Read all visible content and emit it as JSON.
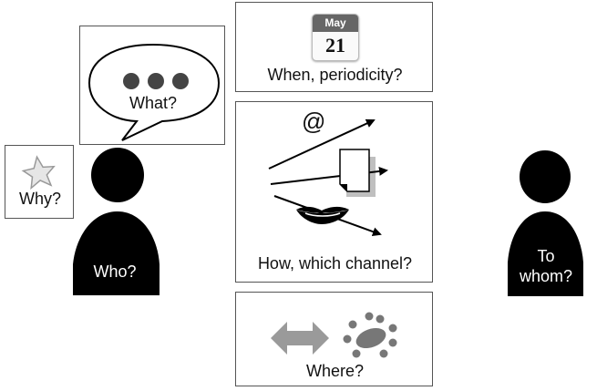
{
  "boxes": {
    "what": {
      "label": "What?"
    },
    "why": {
      "label": "Why?"
    },
    "when": {
      "label": "When, periodicity?",
      "calendar": {
        "month": "May",
        "day": "21"
      }
    },
    "how": {
      "label": "How, which channel?",
      "at_symbol": "@"
    },
    "where": {
      "label": "Where?"
    }
  },
  "people": {
    "sender": {
      "label": "Who?"
    },
    "receiver": {
      "label_line1": "To",
      "label_line2": "whom?"
    }
  },
  "icons": {
    "what": "speech-bubble-icon",
    "why": "star-icon",
    "when": "calendar-icon",
    "how": [
      "email-at-icon",
      "document-icon",
      "lips-icon"
    ],
    "where": [
      "double-arrow-icon",
      "network-cluster-icon"
    ],
    "person": "person-silhouette-icon"
  },
  "colors": {
    "silhouette": "#000000",
    "icon_gray": "#9a9a9a",
    "cluster_gray": "#777777",
    "border": "#555555"
  }
}
